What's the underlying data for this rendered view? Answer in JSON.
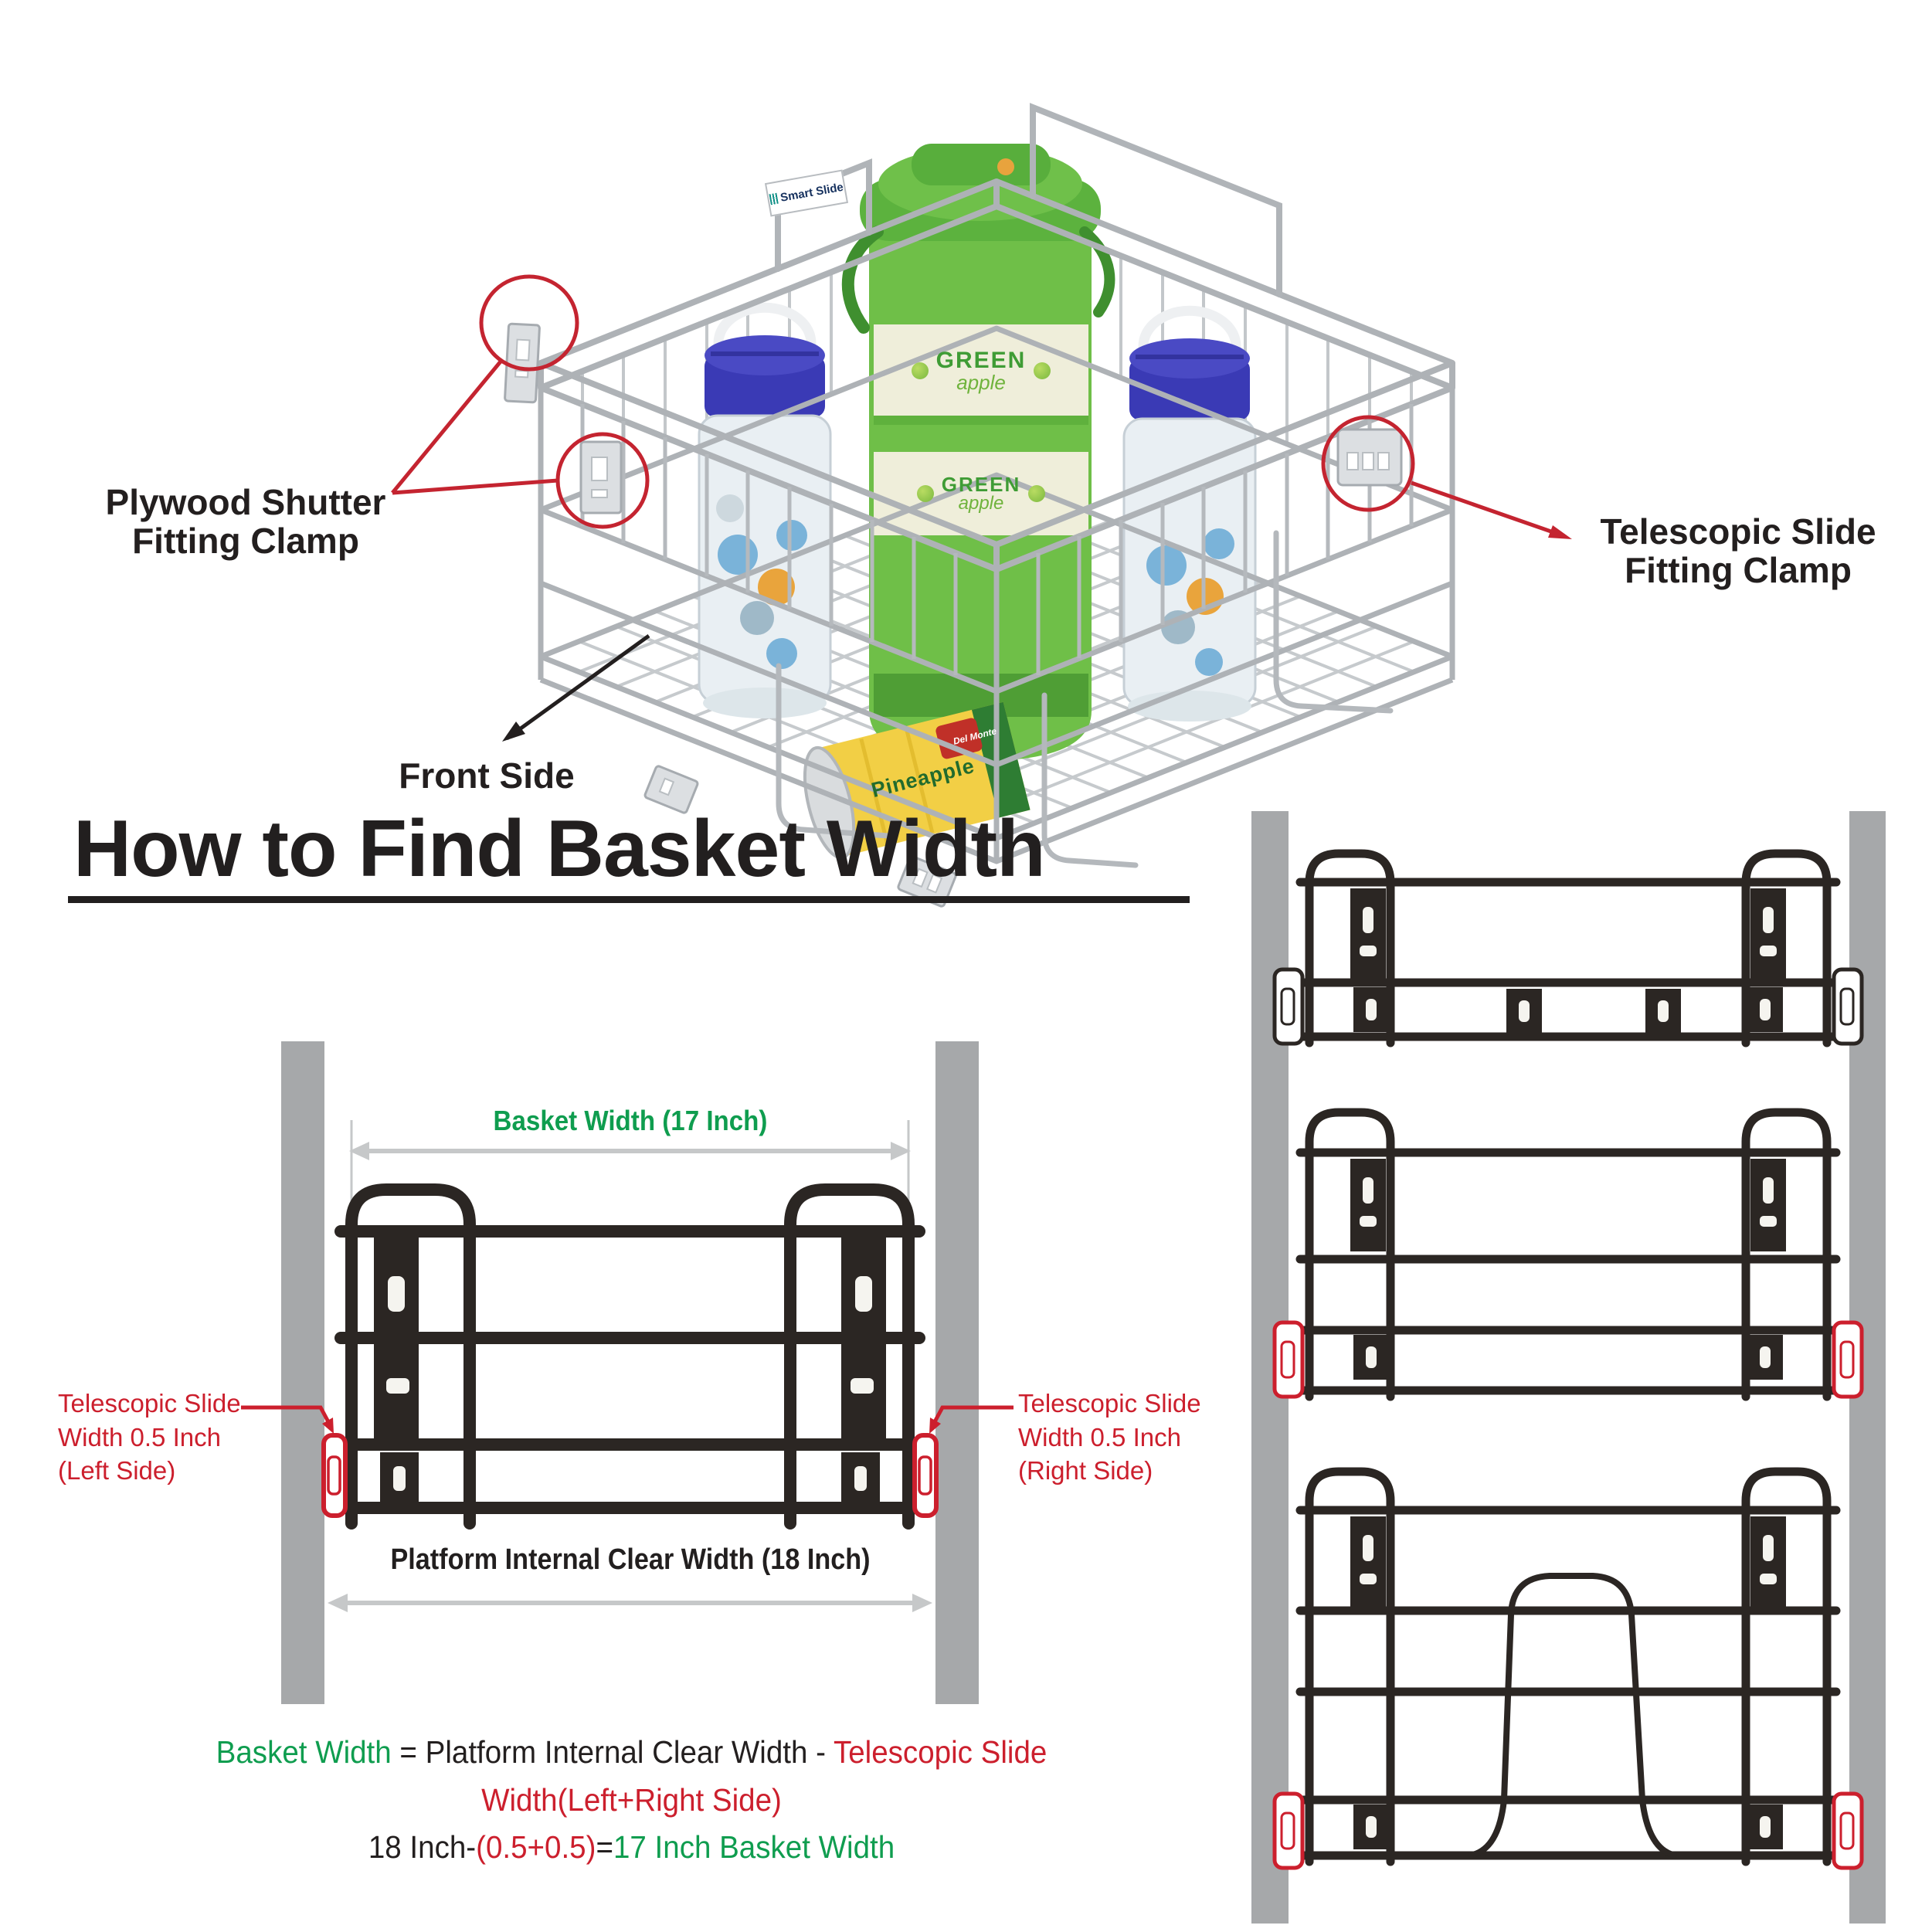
{
  "colors": {
    "accent_green": "#0f9d4f",
    "accent_red": "#cc1f2d",
    "line_black": "#2b2623",
    "cabinet_gray": "#a6a8aa",
    "dimension_gray": "#c6c8c9",
    "chrome": "#b5b9bd"
  },
  "photo": {
    "brand_tag": "Smart Slide",
    "container_band_top": {
      "word1": "GREEN",
      "word2": "apple"
    },
    "container_band_bottom": {
      "word1": "GREEN",
      "word2": "apple"
    },
    "can_brand": "Del Monte",
    "can_name": "Pineapple",
    "labels": {
      "plywood_line1": "Plywood Shutter",
      "plywood_line2": "Fitting Clamp",
      "front_side": "Front Side",
      "telescopic_line1": "Telescopic Slide",
      "telescopic_line2": "Fitting Clamp"
    }
  },
  "guide": {
    "heading": "How to Find Basket Width",
    "basket_width_label": "Basket Width (17 Inch)",
    "platform_width_label": "Platform Internal Clear Width (18 Inch)",
    "left_slide_label": [
      "Telescopic Slide",
      "Width 0.5 Inch",
      "(Left Side)"
    ],
    "right_slide_label": [
      "Telescopic Slide",
      "Width 0.5 Inch",
      "(Right Side)"
    ],
    "formula": {
      "lhs": "Basket Width",
      "mid": " = Platform Internal Clear Width - ",
      "rhs": "Telescopic Slide Width(Left+Right Side)",
      "calc_black": "18 Inch-",
      "calc_red": "(0.5+0.5)",
      "calc_eq": "=",
      "calc_green": "17 Inch Basket Width"
    }
  }
}
